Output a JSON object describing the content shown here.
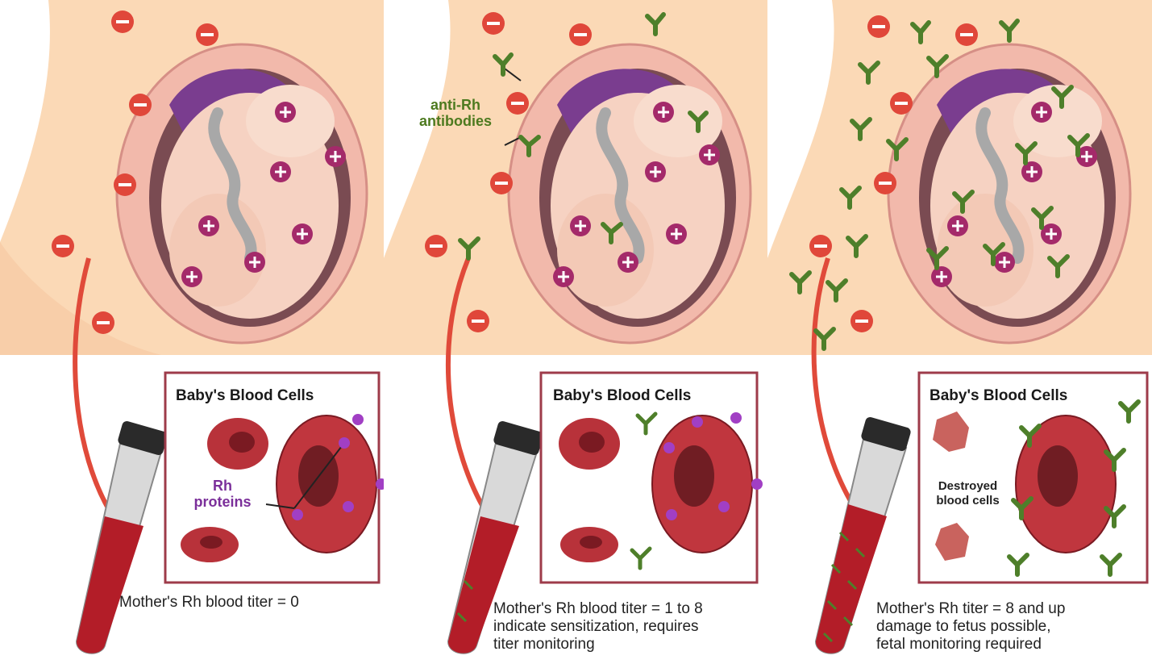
{
  "panels": [
    {
      "box_title": "Baby's Blood Cells",
      "caption": "Mother's Rh blood titer = 0",
      "annotation": "Rh\nproteins"
    },
    {
      "box_title": "Baby's Blood Cells",
      "caption": "Mother's Rh blood titer = 1 to 8\nindicate sensitization, requires\ntiter monitoring",
      "annotation": "anti-Rh\nantibodies"
    },
    {
      "box_title": "Baby's Blood Cells",
      "caption": "Mother's Rh titer = 8 and up\ndamage to fetus possible,\nfetal monitoring required",
      "annotation": "Destroyed\nblood cells"
    }
  ],
  "colors": {
    "mother_skin": "#fbd9b6",
    "uterus": "#f2b9ab",
    "placenta": "#7a3d8f",
    "rh_negative": "#e0473a",
    "rh_positive": "#a42a6a",
    "antibody": "#4e7f2a",
    "box_border": "#9e3b4a",
    "arrow": "#e04a3a",
    "blood": "#b31d28"
  },
  "icons": {
    "rh_negative": "minus-circle-icon",
    "rh_positive": "plus-circle-icon",
    "antibody": "y-antibody-icon"
  }
}
